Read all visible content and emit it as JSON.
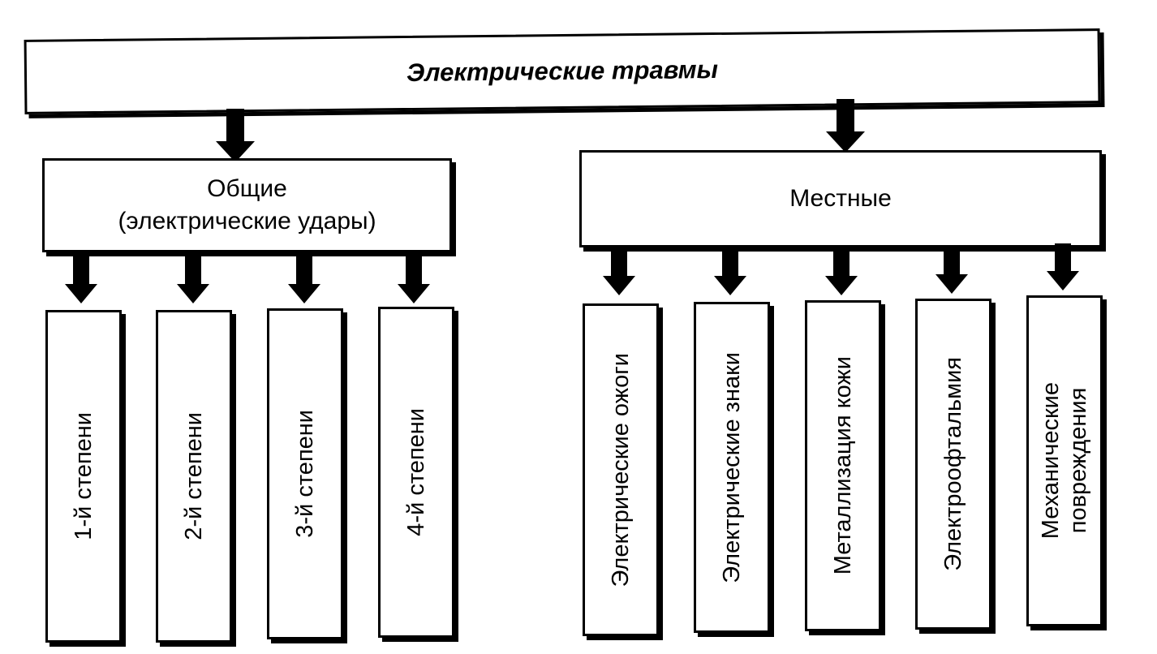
{
  "root": {
    "label": "Электрические травмы"
  },
  "categories": {
    "general": {
      "line1": "Общие",
      "line2": "(электрические удары)"
    },
    "local": {
      "label": "Местные"
    }
  },
  "general_items": [
    "1-й степени",
    "2-й степени",
    "3-й степени",
    "4-й степени"
  ],
  "local_items": [
    {
      "line1": "Электрические ожоги",
      "line2": ""
    },
    {
      "line1": "Электрические знаки",
      "line2": ""
    },
    {
      "line1": "Металлизация кожи",
      "line2": ""
    },
    {
      "line1": "Электроофтальмия",
      "line2": ""
    },
    {
      "line1": "Механические",
      "line2": "повреждения"
    }
  ]
}
